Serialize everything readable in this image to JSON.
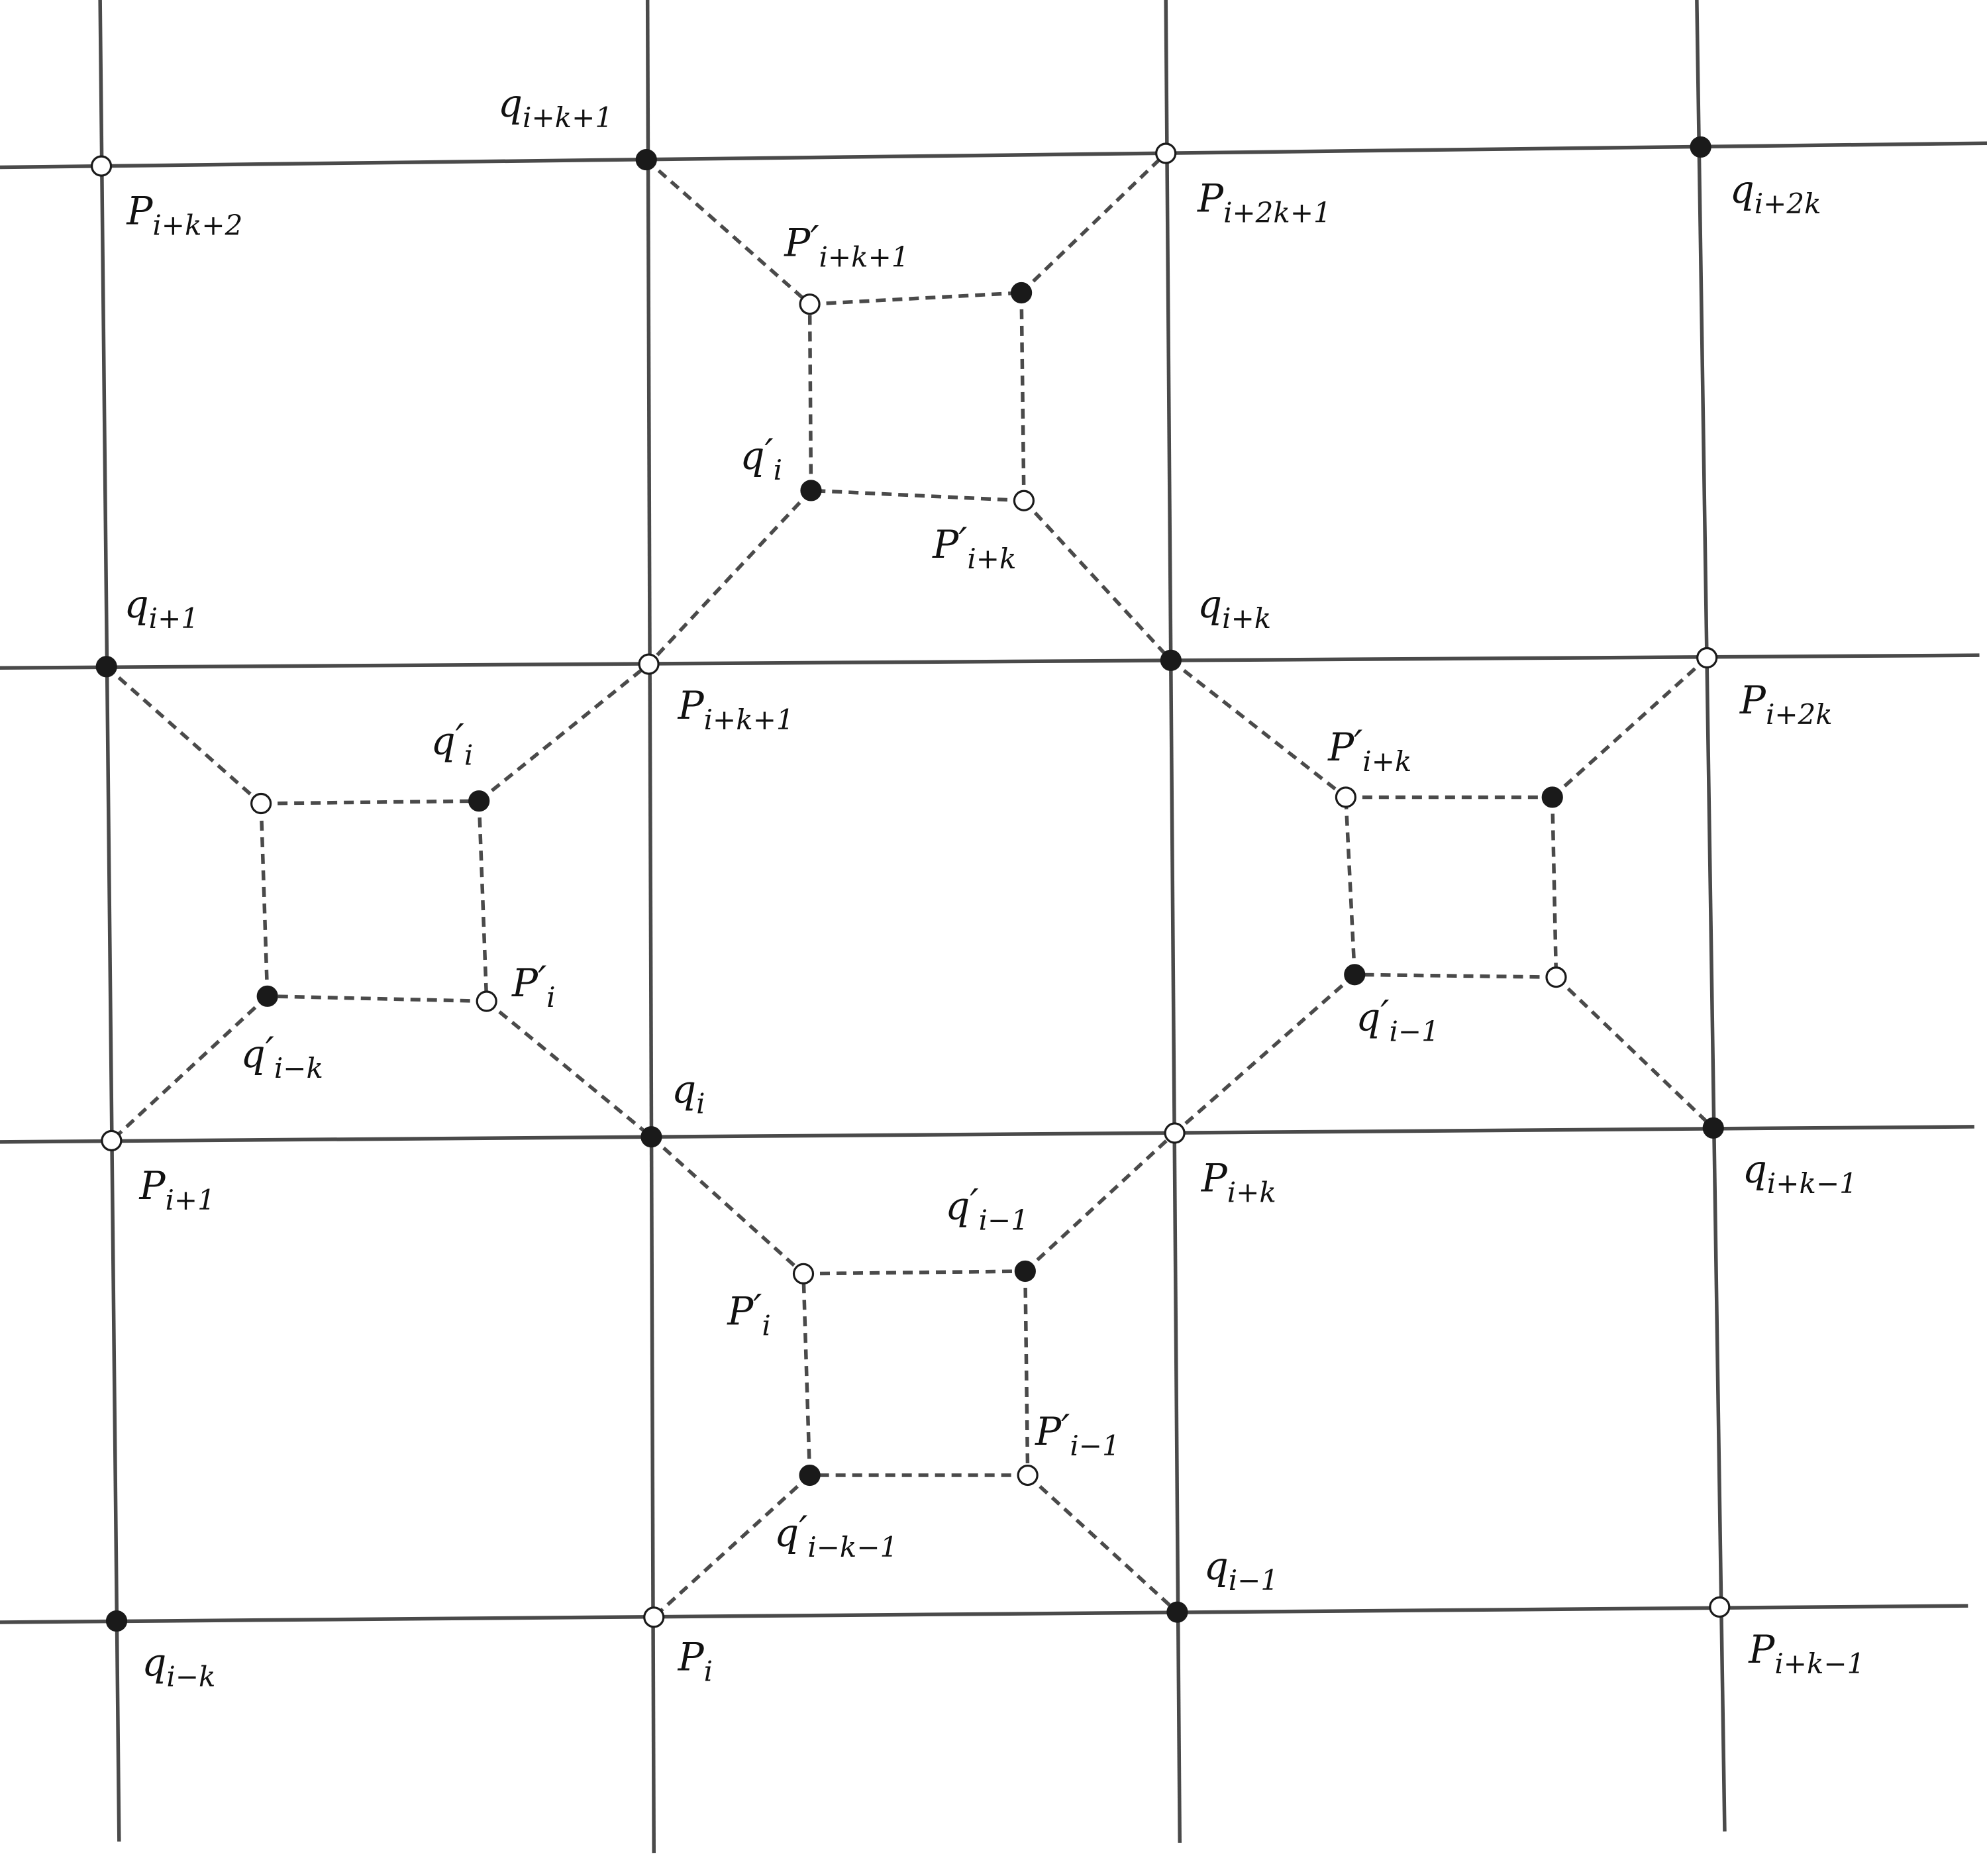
{
  "points": [
    {
      "id": "P_i+k+2_top",
      "kind": "open",
      "base": "P",
      "prime": false,
      "sub": "i+k+2"
    },
    {
      "id": "q_i+k+1_top",
      "kind": "filled",
      "base": "q",
      "prime": false,
      "sub": "i+k+1"
    },
    {
      "id": "P_i+2k+1_top",
      "kind": "open",
      "base": "P",
      "prime": false,
      "sub": "i+2k+1"
    },
    {
      "id": "q_i+2k_top",
      "kind": "filled",
      "base": "q",
      "prime": false,
      "sub": "i+2k"
    },
    {
      "id": "q_i+1",
      "kind": "filled",
      "base": "q",
      "prime": false,
      "sub": "i+1"
    },
    {
      "id": "P_i+k+1_mid",
      "kind": "open",
      "base": "P",
      "prime": false,
      "sub": "i+k+1"
    },
    {
      "id": "q_i+k_mid",
      "kind": "filled",
      "base": "q",
      "prime": false,
      "sub": "i+k"
    },
    {
      "id": "P_i+2k_mid",
      "kind": "open",
      "base": "P",
      "prime": false,
      "sub": "i+2k"
    },
    {
      "id": "P_i+1",
      "kind": "open",
      "base": "P",
      "prime": false,
      "sub": "i+1"
    },
    {
      "id": "q_i",
      "kind": "filled",
      "base": "q",
      "prime": false,
      "sub": "i"
    },
    {
      "id": "P_i+k",
      "kind": "open",
      "base": "P",
      "prime": false,
      "sub": "i+k"
    },
    {
      "id": "q_i+k-1",
      "kind": "filled",
      "base": "q",
      "prime": false,
      "sub": "i+k−1"
    },
    {
      "id": "q_i-k",
      "kind": "filled",
      "base": "q",
      "prime": false,
      "sub": "i−k"
    },
    {
      "id": "P_i",
      "kind": "open",
      "base": "P",
      "prime": false,
      "sub": "i"
    },
    {
      "id": "q_i-1",
      "kind": "filled",
      "base": "q",
      "prime": false,
      "sub": "i−1"
    },
    {
      "id": "P_i+k-1",
      "kind": "open",
      "base": "P",
      "prime": false,
      "sub": "i+k−1"
    },
    {
      "id": "TP_tl",
      "kind": "open",
      "base": "P",
      "prime": true,
      "sub": "i+k+1"
    },
    {
      "id": "TP_tr",
      "kind": "filled"
    },
    {
      "id": "TP_bl",
      "kind": "filled",
      "base": "q",
      "prime": true,
      "sub": "i"
    },
    {
      "id": "TP_br",
      "kind": "open",
      "base": "P",
      "prime": true,
      "sub": "i+k"
    },
    {
      "id": "LP_tl",
      "kind": "open"
    },
    {
      "id": "LP_tr",
      "kind": "filled",
      "base": "q",
      "prime": true,
      "sub": "i"
    },
    {
      "id": "LP_bl",
      "kind": "filled",
      "base": "q",
      "prime": true,
      "sub": "i−k"
    },
    {
      "id": "LP_br",
      "kind": "open",
      "base": "P",
      "prime": true,
      "sub": "i"
    },
    {
      "id": "RP_tl",
      "kind": "open",
      "base": "P",
      "prime": true,
      "sub": "i+k"
    },
    {
      "id": "RP_tr",
      "kind": "filled"
    },
    {
      "id": "RP_bl",
      "kind": "filled",
      "base": "q",
      "prime": true,
      "sub": "i−1"
    },
    {
      "id": "RP_br",
      "kind": "open"
    },
    {
      "id": "BP_tl",
      "kind": "open",
      "base": "P",
      "prime": true,
      "sub": "i"
    },
    {
      "id": "BP_tr",
      "kind": "filled",
      "base": "q",
      "prime": true,
      "sub": "i−1"
    },
    {
      "id": "BP_bl",
      "kind": "filled",
      "base": "q",
      "prime": true,
      "sub": "i−k−1"
    },
    {
      "id": "BP_br",
      "kind": "open",
      "base": "P",
      "prime": true,
      "sub": "i−1"
    }
  ]
}
